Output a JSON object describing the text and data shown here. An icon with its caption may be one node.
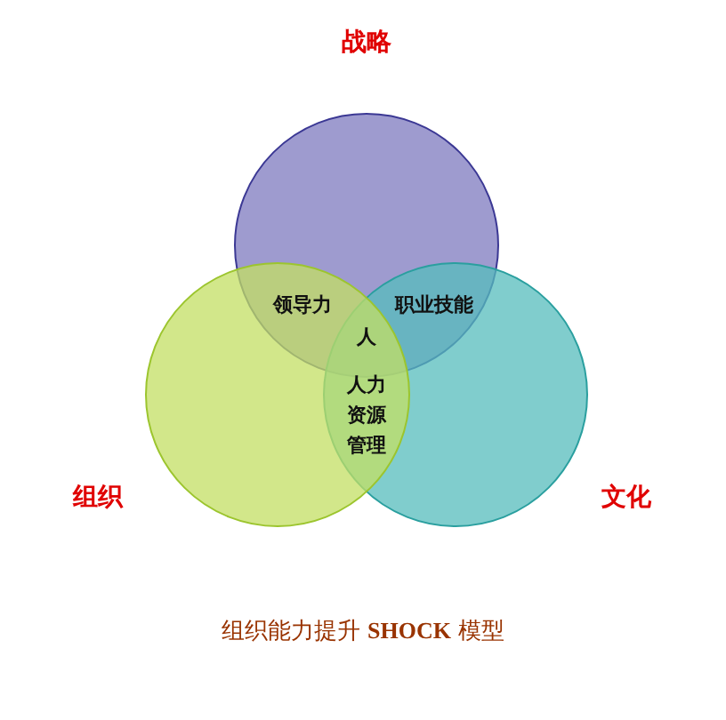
{
  "diagram": {
    "caption": "组织能力提升 **SHOCK** 模型",
    "nodes": [
      {
        "text": [
          "战略"
        ]
      },
      {
        "text": [
          "组织"
        ]
      },
      {
        "text": [
          "文化"
        ]
      }
    ],
    "edges": [],
    "labels": [
      "领导力",
      "职业技能",
      "人",
      "人力资源管理"
    ]
  }
}
